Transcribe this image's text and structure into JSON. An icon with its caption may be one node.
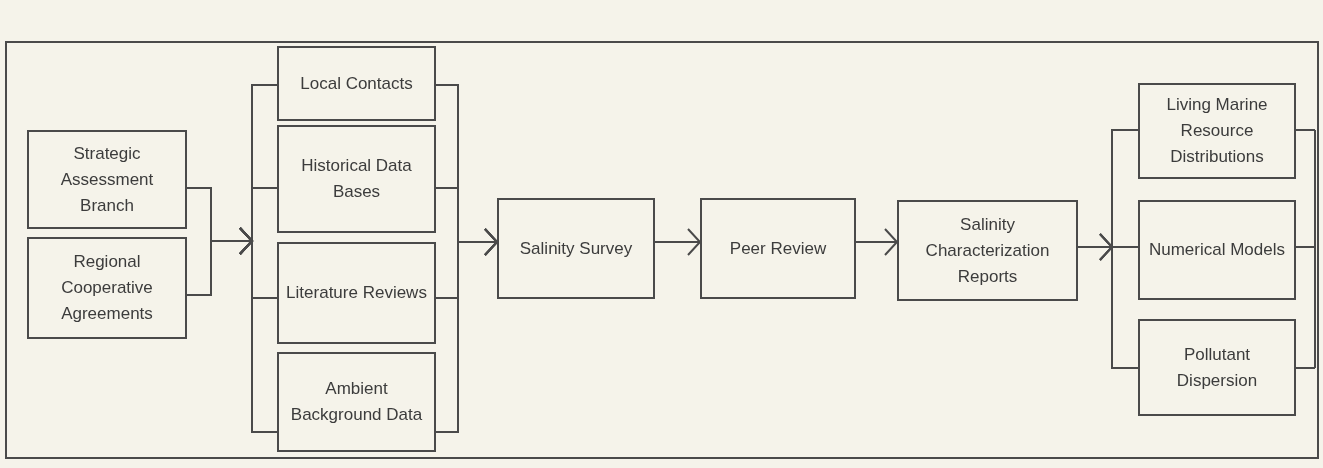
{
  "diagram": {
    "nodes": [
      {
        "text": [
          "Strategic Assessment Branch"
        ]
      },
      {
        "text": [
          "Regional Cooperative Agreements"
        ]
      },
      {
        "text": [
          "Local Contacts"
        ]
      },
      {
        "text": [
          "Historical Data Bases"
        ]
      },
      {
        "text": [
          "Literature Reviews"
        ]
      },
      {
        "text": [
          "Ambient Background Data"
        ]
      },
      {
        "text": [
          "Salinity Survey"
        ]
      },
      {
        "text": [
          "Peer Review"
        ]
      },
      {
        "text": [
          "Salinity Characterization Reports"
        ]
      },
      {
        "text": [
          "Living Marine Resource Distributions"
        ]
      },
      {
        "text": [
          "Numerical Models"
        ]
      },
      {
        "text": [
          "Pollutant Dispersion"
        ]
      }
    ],
    "edges": [
      {
        "from": 0,
        "to": 2,
        "arrow": "to"
      },
      {
        "from": 0,
        "to": 3,
        "arrow": "to"
      },
      {
        "from": 0,
        "to": 4,
        "arrow": "to"
      },
      {
        "from": 0,
        "to": 5,
        "arrow": "to"
      },
      {
        "from": 1,
        "to": 2,
        "arrow": "to"
      },
      {
        "from": 1,
        "to": 3,
        "arrow": "to"
      },
      {
        "from": 1,
        "to": 4,
        "arrow": "to"
      },
      {
        "from": 1,
        "to": 5,
        "arrow": "to"
      },
      {
        "from": 2,
        "to": 6,
        "arrow": "to"
      },
      {
        "from": 3,
        "to": 6,
        "arrow": "to"
      },
      {
        "from": 4,
        "to": 6,
        "arrow": "to"
      },
      {
        "from": 5,
        "to": 6,
        "arrow": "to"
      },
      {
        "from": 6,
        "to": 7,
        "arrow": "to"
      },
      {
        "from": 7,
        "to": 8,
        "arrow": "to"
      },
      {
        "from": 8,
        "to": 9,
        "arrow": "to"
      },
      {
        "from": 8,
        "to": 10,
        "arrow": "to"
      },
      {
        "from": 8,
        "to": 11,
        "arrow": "to"
      }
    ]
  }
}
